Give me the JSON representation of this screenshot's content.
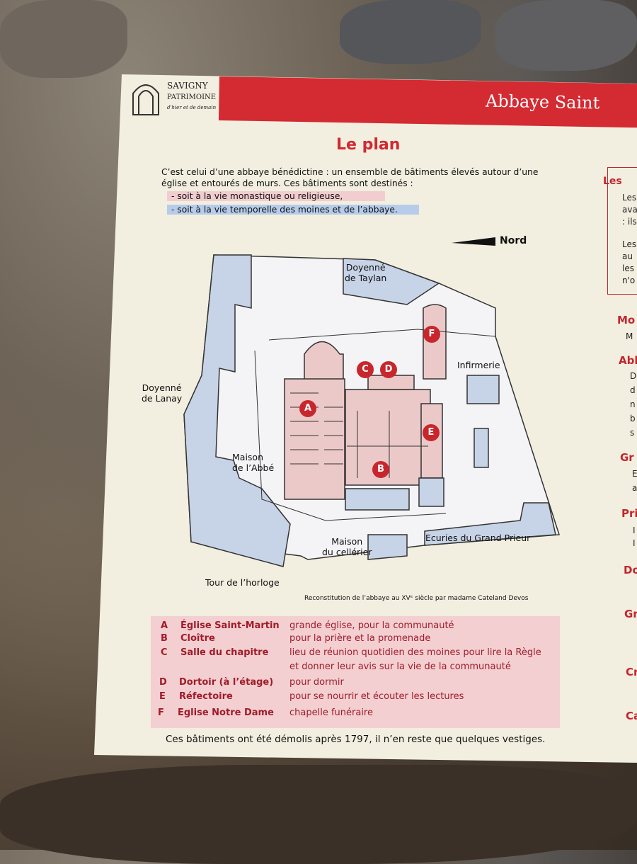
{
  "logo": {
    "line1": "SAVIGNY",
    "line2": "PATRIMOINE",
    "line3": "d'hier et de demain"
  },
  "banner_title": "Abbaye Saint",
  "title": "Le plan",
  "intro": {
    "line1": "C’est celui d’une abbaye bénédictine : un ensemble de bâtiments élevés autour d’une",
    "line2": "église et entourés de murs.  Ces bâtiments sont destinés :",
    "item_pink": "- soit à la vie monastique ou religieuse,",
    "item_blue": "- soit à la vie temporelle des moines et de l’abbaye."
  },
  "map": {
    "north": "Nord",
    "labels": {
      "doyenne_taylan": "Doyenné\nde Taylan",
      "infirmerie": "Infirmerie",
      "doyenne_lanay": "Doyenné\nde Lanay",
      "maison_abbe": "Maison\nde l’Abbé",
      "maison_cellerier": "Maison\ndu cellérier",
      "ecuries": "Ecuries du Grand Prieur",
      "tour": "Tour de l’horloge"
    },
    "pins": [
      "A",
      "B",
      "C",
      "D",
      "E",
      "F"
    ],
    "credit": "Reconstitution de l’abbaye au XVᵉ siècle  par madame Cateland Devos"
  },
  "legend": [
    {
      "letter": "A",
      "name": "Église Saint-Martin",
      "desc": "grande église, pour la communauté"
    },
    {
      "letter": "B",
      "name": "Cloître",
      "desc": "pour la prière et la promenade"
    },
    {
      "letter": "C",
      "name": "Salle du chapitre",
      "desc": "lieu de réunion quotidien des moines pour lire la Règle",
      "desc2": "et donner leur avis sur la vie de la communauté"
    },
    {
      "letter": "D",
      "name": "Dortoir (à l’étage)",
      "desc": "pour dormir"
    },
    {
      "letter": "E",
      "name": "Réfectoire",
      "desc": "pour se nourrir et écouter les lectures"
    },
    {
      "letter": "F",
      "name": "Eglise Notre Dame",
      "desc": "chapelle funéraire"
    }
  ],
  "footer": "Ces bâtiments ont été démolis après 1797, il n’en reste que quelques vestiges.",
  "side": {
    "box_title": "Les",
    "box_lines": [
      "Les",
      "ava",
      ": ils",
      "Les",
      "au",
      "les",
      "n'o"
    ],
    "headings": [
      "Mo",
      "Abl",
      "Gr",
      "Pri",
      "Do",
      "Gr",
      "Cr",
      "Ca"
    ],
    "texts": [
      "M",
      "D",
      "d",
      "n",
      "b",
      "s",
      "E",
      "a",
      "I",
      "I"
    ]
  },
  "colors": {
    "red": "#d42a32",
    "pink": "#f3cfd2",
    "blue": "#c7d3e6",
    "cream": "#f2efe0"
  }
}
